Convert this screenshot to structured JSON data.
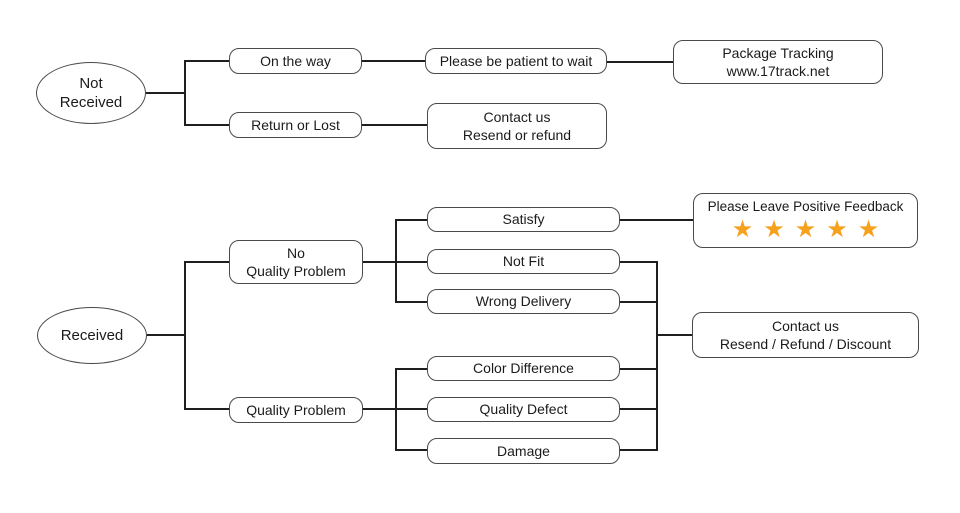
{
  "canvas": {
    "background": "#ffffff"
  },
  "colors": {
    "line": "#1f1f1f",
    "box_border": "#4a4a4a",
    "text": "#1b1b1b",
    "star": "#f5a11c",
    "box_background": "#ffffff"
  },
  "nodes": {
    "not_received": {
      "line1": "Not",
      "line2": "Received"
    },
    "on_the_way": {
      "label": "On the way"
    },
    "please_wait": {
      "label": "Please be patient to wait"
    },
    "package_tracking": {
      "line1": "Package Tracking",
      "line2": "www.17track.net"
    },
    "return_or_lost": {
      "label": "Return or Lost"
    },
    "contact_resend_refund": {
      "line1": "Contact us",
      "line2": "Resend or refund"
    },
    "received": {
      "label": "Received"
    },
    "no_quality_problem": {
      "line1": "No",
      "line2": "Quality Problem"
    },
    "quality_problem": {
      "label": "Quality Problem"
    },
    "satisfy": {
      "label": "Satisfy"
    },
    "not_fit": {
      "label": "Not Fit"
    },
    "wrong_delivery": {
      "label": "Wrong Delivery"
    },
    "color_difference": {
      "label": "Color Difference"
    },
    "quality_defect": {
      "label": "Quality Defect"
    },
    "damage": {
      "label": "Damage"
    },
    "positive_feedback": {
      "label": "Please Leave Positive Feedback",
      "stars": "★★★★★",
      "star_count": 5
    },
    "contact_discount": {
      "line1": "Contact us",
      "line2": "Resend / Refund / Discount"
    }
  },
  "edges": [
    {
      "from": "not_received",
      "to": "on_the_way"
    },
    {
      "from": "not_received",
      "to": "return_or_lost"
    },
    {
      "from": "on_the_way",
      "to": "please_wait"
    },
    {
      "from": "please_wait",
      "to": "package_tracking"
    },
    {
      "from": "return_or_lost",
      "to": "contact_resend_refund"
    },
    {
      "from": "received",
      "to": "no_quality_problem"
    },
    {
      "from": "received",
      "to": "quality_problem"
    },
    {
      "from": "no_quality_problem",
      "to": "satisfy"
    },
    {
      "from": "no_quality_problem",
      "to": "not_fit"
    },
    {
      "from": "no_quality_problem",
      "to": "wrong_delivery"
    },
    {
      "from": "satisfy",
      "to": "positive_feedback"
    },
    {
      "from": "quality_problem",
      "to": "color_difference"
    },
    {
      "from": "quality_problem",
      "to": "quality_defect"
    },
    {
      "from": "quality_problem",
      "to": "damage"
    },
    {
      "from": "not_fit",
      "to": "contact_discount"
    },
    {
      "from": "wrong_delivery",
      "to": "contact_discount"
    },
    {
      "from": "color_difference",
      "to": "contact_discount"
    },
    {
      "from": "quality_defect",
      "to": "contact_discount"
    },
    {
      "from": "damage",
      "to": "contact_discount"
    }
  ]
}
